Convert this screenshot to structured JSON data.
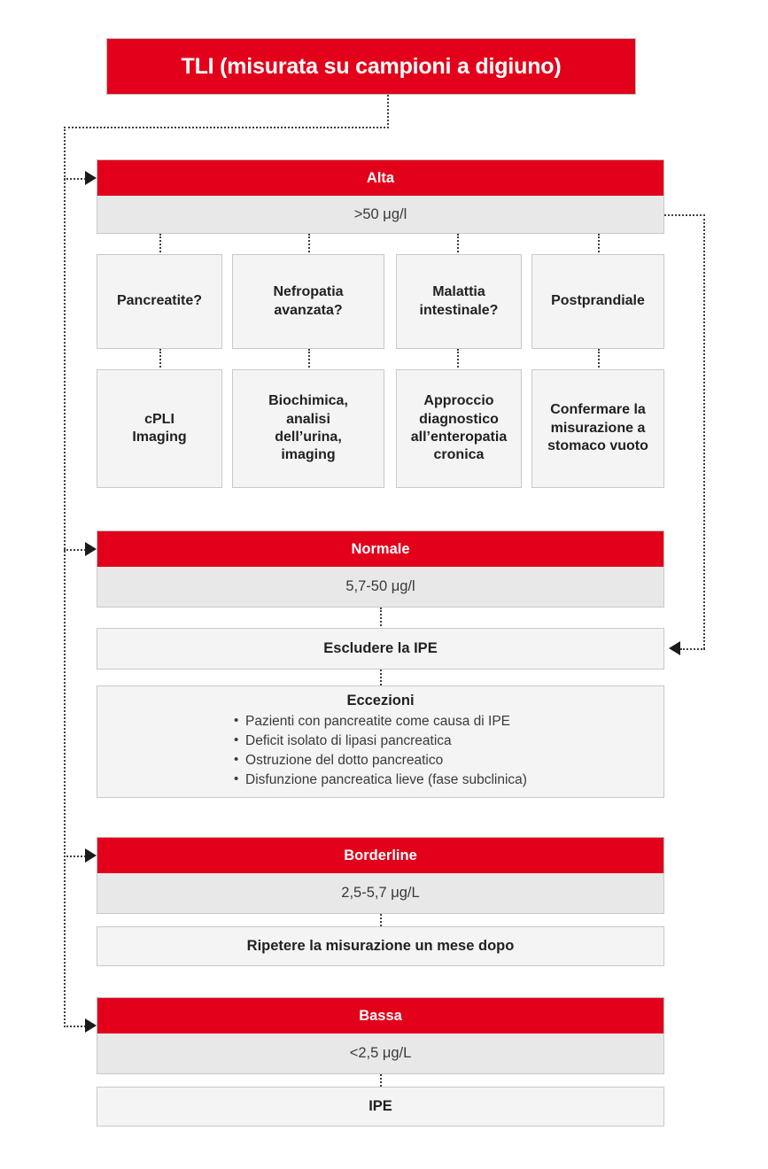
{
  "title": {
    "text": "TLI (misurata su campioni a digiuno)"
  },
  "categories": [
    {
      "name": "alta",
      "label": "Alta",
      "value": ">50 μg/l",
      "columns": [
        {
          "question": "Pancreatite?",
          "action": "cPLI\nImaging"
        },
        {
          "question": "Nefropatia\navanzata?",
          "action": "Biochimica,\nanalisi\ndell’urina,\nimaging"
        },
        {
          "question": "Malattia\nintestinale?",
          "action": "Approccio\ndiagnostico\nall’enteropatia\ncronica"
        },
        {
          "question": "Postprandiale",
          "action": "Confermare la\nmisurazione a\nstomaco vuoto"
        }
      ]
    },
    {
      "name": "normale",
      "label": "Normale",
      "value": "5,7-50 μg/l",
      "action": "Escludere la IPE",
      "exceptions": {
        "title": "Eccezioni",
        "items": [
          "Pazienti con pancreatite come causa di IPE",
          "Deficit isolato di lipasi pancreatica",
          "Ostruzione del dotto pancreatico",
          "Disfunzione pancreatica lieve (fase subclinica)"
        ]
      }
    },
    {
      "name": "borderline",
      "label": "Borderline",
      "value": "2,5-5,7 μg/L",
      "action": "Ripetere la misurazione un mese dopo"
    },
    {
      "name": "bassa",
      "label": "Bassa",
      "value": "<2,5 μg/L",
      "action": "IPE"
    }
  ],
  "colors": {
    "accent_red": "#E2001A",
    "value_band": "#E8E8E8",
    "light_box": "#F4F4F4",
    "border": "#C9C9C9",
    "connector": "#3F3F3F",
    "text": "#231F20"
  }
}
